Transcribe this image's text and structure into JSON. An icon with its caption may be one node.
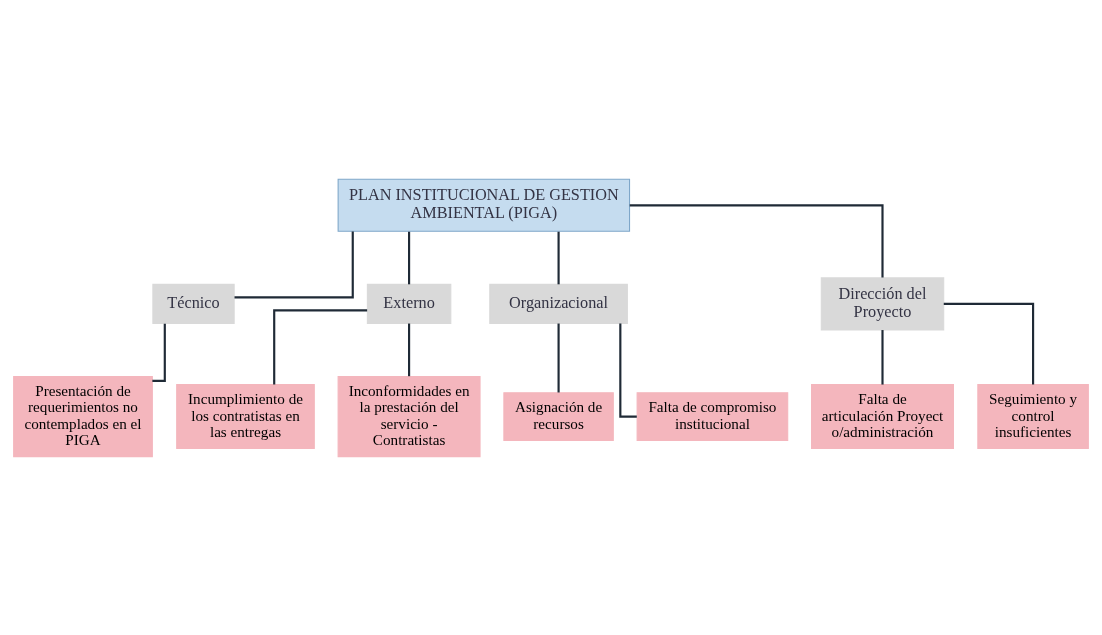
{
  "diagram": {
    "nodes": [
      {
        "text": [
          "PLAN INSTITUCIONAL DE GESTION AMBIENTAL (PIGA)"
        ]
      },
      {
        "text": [
          "Técnico"
        ]
      },
      {
        "text": [
          "Externo"
        ]
      },
      {
        "text": [
          "Organizacional"
        ]
      },
      {
        "text": [
          "Dirección del Proyecto"
        ]
      },
      {
        "text": [
          "Presentación de requerimientos no contemplados en el PIGA"
        ]
      },
      {
        "text": [
          "Incumplimiento de los contratistas en las entregas"
        ]
      },
      {
        "text": [
          "Inconformidades en la prestación del servicio - Contratistas"
        ]
      },
      {
        "text": [
          "Asignación de recursos"
        ]
      },
      {
        "text": [
          "Falta de compromiso institucional"
        ]
      },
      {
        "text": [
          "Falta de articulación Proyecto/administración"
        ]
      },
      {
        "text": [
          "Seguimiento y control insuficientes"
        ]
      }
    ],
    "edges": [
      {
        "from": 0,
        "to": 1,
        "arrow": "none"
      },
      {
        "from": 0,
        "to": 2,
        "arrow": "none"
      },
      {
        "from": 0,
        "to": 3,
        "arrow": "none"
      },
      {
        "from": 0,
        "to": 4,
        "arrow": "none"
      },
      {
        "from": 1,
        "to": 5,
        "arrow": "none"
      },
      {
        "from": 2,
        "to": 6,
        "arrow": "none"
      },
      {
        "from": 2,
        "to": 7,
        "arrow": "none"
      },
      {
        "from": 3,
        "to": 8,
        "arrow": "none"
      },
      {
        "from": 3,
        "to": 9,
        "arrow": "none"
      },
      {
        "from": 4,
        "to": 10,
        "arrow": "none"
      },
      {
        "from": 4,
        "to": 11,
        "arrow": "none"
      }
    ]
  }
}
